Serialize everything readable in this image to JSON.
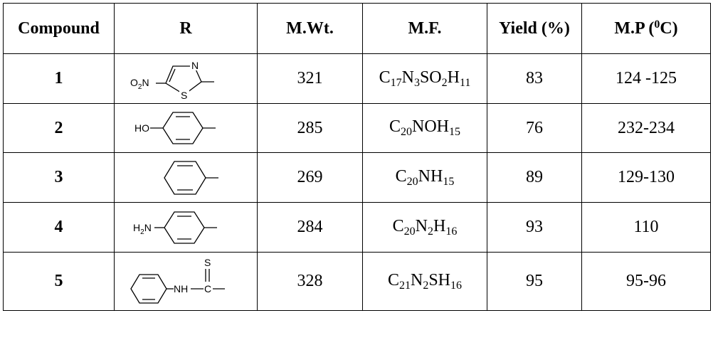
{
  "table": {
    "headers": {
      "compound": "Compound",
      "r": "R",
      "mw": "M.Wt.",
      "mf": "M.F.",
      "yield": "Yield (%)",
      "mp_base": "M.P (",
      "mp_sup": "0",
      "mp_end": "C)"
    },
    "rows": [
      {
        "compound": "1",
        "r_icon": "nitrothiazolyl-structure",
        "r_labels": {
          "a": "O",
          "a_sub": "2",
          "a_end": "N",
          "ring_n": "N",
          "ring_s": "S"
        },
        "mw": "321",
        "mf": [
          {
            "t": "C"
          },
          {
            "s": "17"
          },
          {
            "t": "N"
          },
          {
            "s": "3"
          },
          {
            "t": "SO"
          },
          {
            "s": "2"
          },
          {
            "t": "H"
          },
          {
            "s": "11"
          }
        ],
        "yield": "83",
        "mp": "124 -125"
      },
      {
        "compound": "2",
        "r_icon": "hydroxyphenyl-structure",
        "r_labels": {
          "a": "HO"
        },
        "mw": "285",
        "mf": [
          {
            "t": "C"
          },
          {
            "s": "20"
          },
          {
            "t": "NOH"
          },
          {
            "s": "15"
          }
        ],
        "yield": "76",
        "mp": "232-234"
      },
      {
        "compound": "3",
        "r_icon": "phenyl-structure",
        "r_labels": {},
        "mw": "269",
        "mf": [
          {
            "t": "C"
          },
          {
            "s": "20"
          },
          {
            "t": "NH"
          },
          {
            "s": "15"
          }
        ],
        "yield": "89",
        "mp": "129-130"
      },
      {
        "compound": "4",
        "r_icon": "aminophenyl-structure",
        "r_labels": {
          "a": "H",
          "a_sub": "2",
          "a_end": "N"
        },
        "mw": "284",
        "mf": [
          {
            "t": "C"
          },
          {
            "s": "20"
          },
          {
            "t": "N"
          },
          {
            "s": "2"
          },
          {
            "t": "H"
          },
          {
            "s": "16"
          }
        ],
        "yield": "93",
        "mp": "110"
      },
      {
        "compound": "5",
        "r_icon": "phenylthiocarbamoyl-structure",
        "r_labels": {
          "nh": "NH",
          "c": "C",
          "s": "S"
        },
        "mw": "328",
        "mf": [
          {
            "t": "C"
          },
          {
            "s": "21"
          },
          {
            "t": "N"
          },
          {
            "s": "2"
          },
          {
            "t": "SH"
          },
          {
            "s": "16"
          }
        ],
        "yield": "95",
        "mp": "95-96"
      }
    ]
  }
}
